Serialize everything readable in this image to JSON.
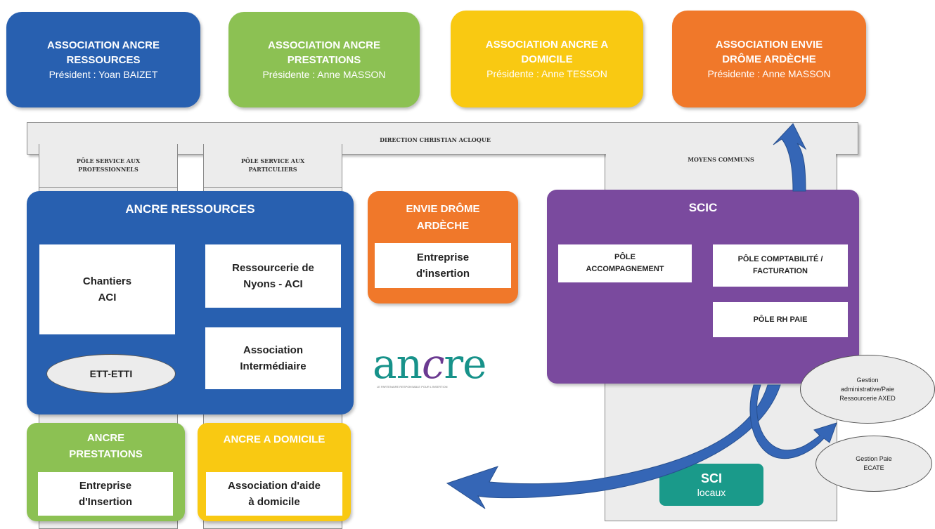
{
  "associations": [
    {
      "name_line1": "ASSOCIATION ANCRE",
      "name_line2": "RESSOURCES",
      "president": "Président : Yoan BAIZET"
    },
    {
      "name_line1": "ASSOCIATION ANCRE",
      "name_line2": "PRESTATIONS",
      "president": "Présidente : Anne MASSON"
    },
    {
      "name_line1": "ASSOCIATION ANCRE A",
      "name_line2": "DOMICILE",
      "president": "Présidente : Anne TESSON"
    },
    {
      "name_line1": "ASSOCIATION ENVIE",
      "name_line2": "DRÔME ARDÈCHE",
      "president": "Présidente : Anne MASSON"
    }
  ],
  "direction": "DIRECTION CHRISTIAN ACLOQUE",
  "poles": {
    "professionnels_line1": "PÔLE SERVICE AUX",
    "professionnels_line2": "PROFESSIONNELS",
    "particuliers_line1": "PÔLE SERVICE AUX",
    "particuliers_line2": "PARTICULIERS",
    "moyens_communs": "MOYENS COMMUNS"
  },
  "ancre_ressources": {
    "title": "ANCRE RESSOURCES",
    "chantiers_line1": "Chantiers",
    "chantiers_line2": "ACI",
    "ett": "ETT-ETTI",
    "ressourcerie_line1": "Ressourcerie de",
    "ressourcerie_line2": "Nyons - ACI",
    "intermediaire_line1": "Association",
    "intermediaire_line2": "Intermédiaire"
  },
  "envie": {
    "title_line1": "ENVIE DRÔME",
    "title_line2": "ARDÈCHE",
    "box_line1": "Entreprise",
    "box_line2": "d'insertion"
  },
  "logo": {
    "text_an": "an",
    "text_c": "c",
    "text_re": "re",
    "tagline": "LE PARTENAIRE RESPONSABLE POUR L'INSERTION"
  },
  "scic": {
    "title": "SCIC",
    "accompagnement_line1": "PÔLE",
    "accompagnement_line2": "ACCOMPAGNEMENT",
    "compta_line1": "PÔLE COMPTABILITÉ /",
    "compta_line2": "FACTURATION",
    "rh": "PÔLE RH PAIE"
  },
  "ovals": {
    "gestion1_line1": "Gestion",
    "gestion1_line2": "administrative/Paie",
    "gestion1_line3": "Ressourcerie AXED",
    "gestion2_line1": "Gestion Paie",
    "gestion2_line2": "ECATE"
  },
  "ancre_prestations": {
    "title_line1": "ANCRE",
    "title_line2": "PRESTATIONS",
    "box_line1": "Entreprise",
    "box_line2": "d'Insertion"
  },
  "ancre_domicile": {
    "title": "ANCRE A DOMICILE",
    "box_line1": "Association d'aide",
    "box_line2": "à domicile"
  },
  "sci": {
    "title": "SCI",
    "subtitle": "locaux"
  },
  "colors": {
    "blue": "#2860b0",
    "green": "#8cc153",
    "yellow": "#f9c912",
    "orange": "#f0782a",
    "purple": "#7a4a9e",
    "teal": "#1a9a8a",
    "arrow": "#3566b6",
    "logo_teal": "#17928a",
    "logo_purple": "#6b3a91"
  }
}
